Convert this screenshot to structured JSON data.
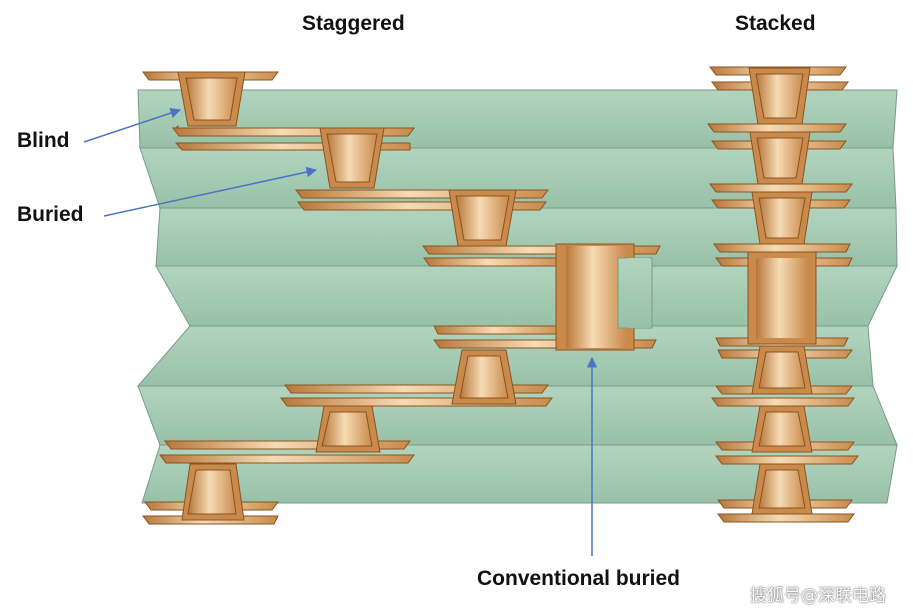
{
  "headers": {
    "staggered": "Staggered",
    "stacked": "Stacked"
  },
  "labels": {
    "blind": "Blind",
    "buried": "Buried",
    "conventional": "Conventional buried"
  },
  "watermark": "搜狐号@深联电路",
  "colors": {
    "laminate": "#9fc7ae",
    "laminate_edge": "#6f8f7a",
    "copper": "#d9a060",
    "copper_dark": "#a8682e",
    "copper_light": "#f3d3a6",
    "arrow": "#4a74c4"
  }
}
